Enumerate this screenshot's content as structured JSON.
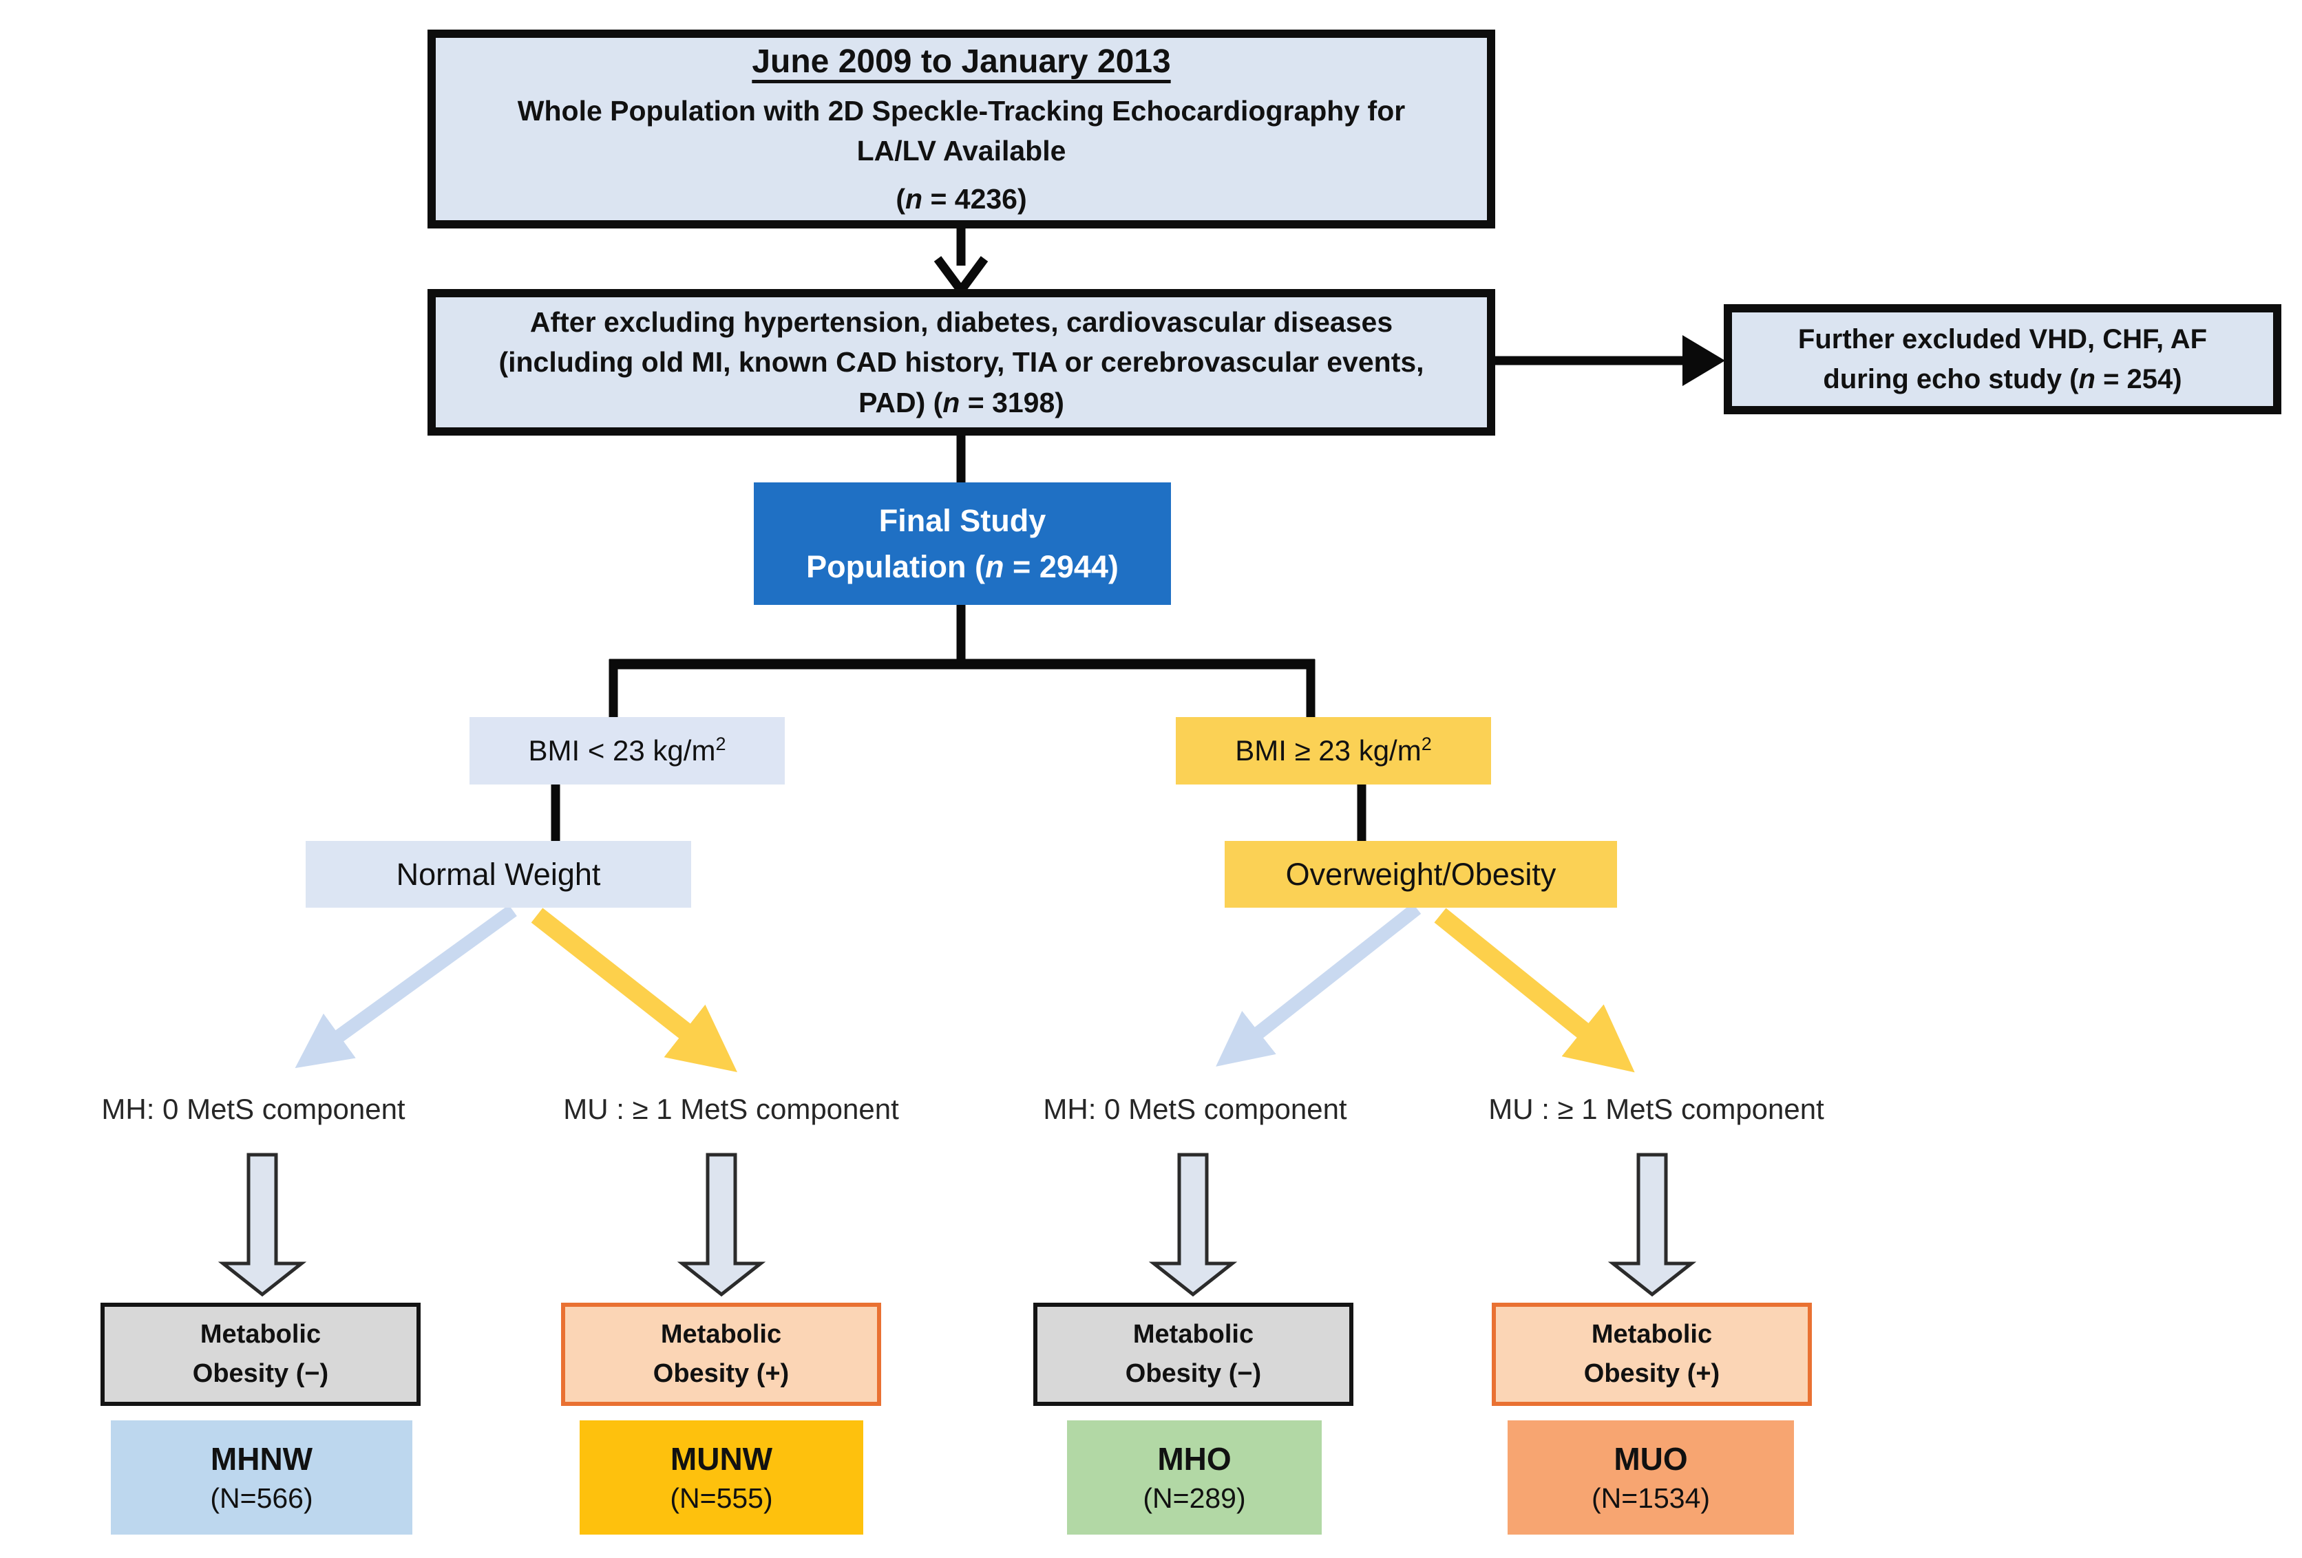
{
  "colors": {
    "page_bg": "#ffffff",
    "box_fill_light": "#dbe4f1",
    "box_border_dark": "#0d0d0d",
    "final_fill": "#1f70c4",
    "final_text": "#ffffff",
    "bmi_low_fill": "#dde5f4",
    "bmi_high_fill": "#fbd155",
    "normal_weight_fill": "#dce5f3",
    "overweight_fill": "#fbd155",
    "arrow_blue": "#c9d9f0",
    "arrow_yellow": "#fdd04b",
    "connector_black": "#0a0a0a",
    "block_arrow_fill": "#dde4ef",
    "block_arrow_stroke": "#2b2b2b",
    "mo_neg_fill": "#d8d8d8",
    "mo_neg_border": "#141414",
    "mo_pos_fill": "#fbd5b5",
    "mo_pos_border": "#e97132",
    "mhnw_fill": "#bdd7ee",
    "munw_fill": "#fec10d",
    "mho_fill": "#b2d8a5",
    "muo_fill": "#f7a571",
    "text_dark": "#111111"
  },
  "nodes": {
    "population": {
      "title": "June 2009 to January 2013",
      "body": "Whole Population with 2D Speckle-Tracking Echocardiography for LA/LV Available",
      "n_open": "(",
      "n_italic": "n",
      "n_rest": " = 4236)"
    },
    "exclusion": {
      "text": "After excluding hypertension, diabetes, cardiovascular diseases (including old MI, known CAD history, TIA or cerebrovascular events, PAD) (",
      "n_italic": "n",
      "n_rest": " = 3198)"
    },
    "further_excluded": {
      "text": "Further excluded VHD, CHF, AF during echo study (",
      "n_italic": "n",
      "n_rest": " = 254)"
    },
    "final": {
      "line1": "Final Study",
      "line2_pre": "Population (",
      "n_italic": "n",
      "n_rest": " = 2944)"
    },
    "bmi_low": {
      "text": "BMI < 23 kg/m",
      "sup": "2"
    },
    "bmi_high": {
      "text": "BMI ≥ 23 kg/m",
      "sup": "2"
    },
    "normal_weight": "Normal Weight",
    "overweight": "Overweight/Obesity",
    "mets_labels": [
      "MH: 0 MetS component",
      "MU : ≥ 1 MetS component",
      "MH: 0 MetS component",
      "MU : ≥ 1 MetS component"
    ],
    "mo_boxes": [
      {
        "line1": "Metabolic",
        "line2": "Obesity (−)"
      },
      {
        "line1": "Metabolic",
        "line2": "Obesity (+)"
      },
      {
        "line1": "Metabolic",
        "line2": "Obesity (−)"
      },
      {
        "line1": "Metabolic",
        "line2": "Obesity (+)"
      }
    ],
    "results": [
      {
        "name": "MHNW",
        "count": "(N=566)"
      },
      {
        "name": "MUNW",
        "count": "(N=555)"
      },
      {
        "name": "MHO",
        "count": "(N=289)"
      },
      {
        "name": "MUO",
        "count": "(N=1534)"
      }
    ]
  }
}
